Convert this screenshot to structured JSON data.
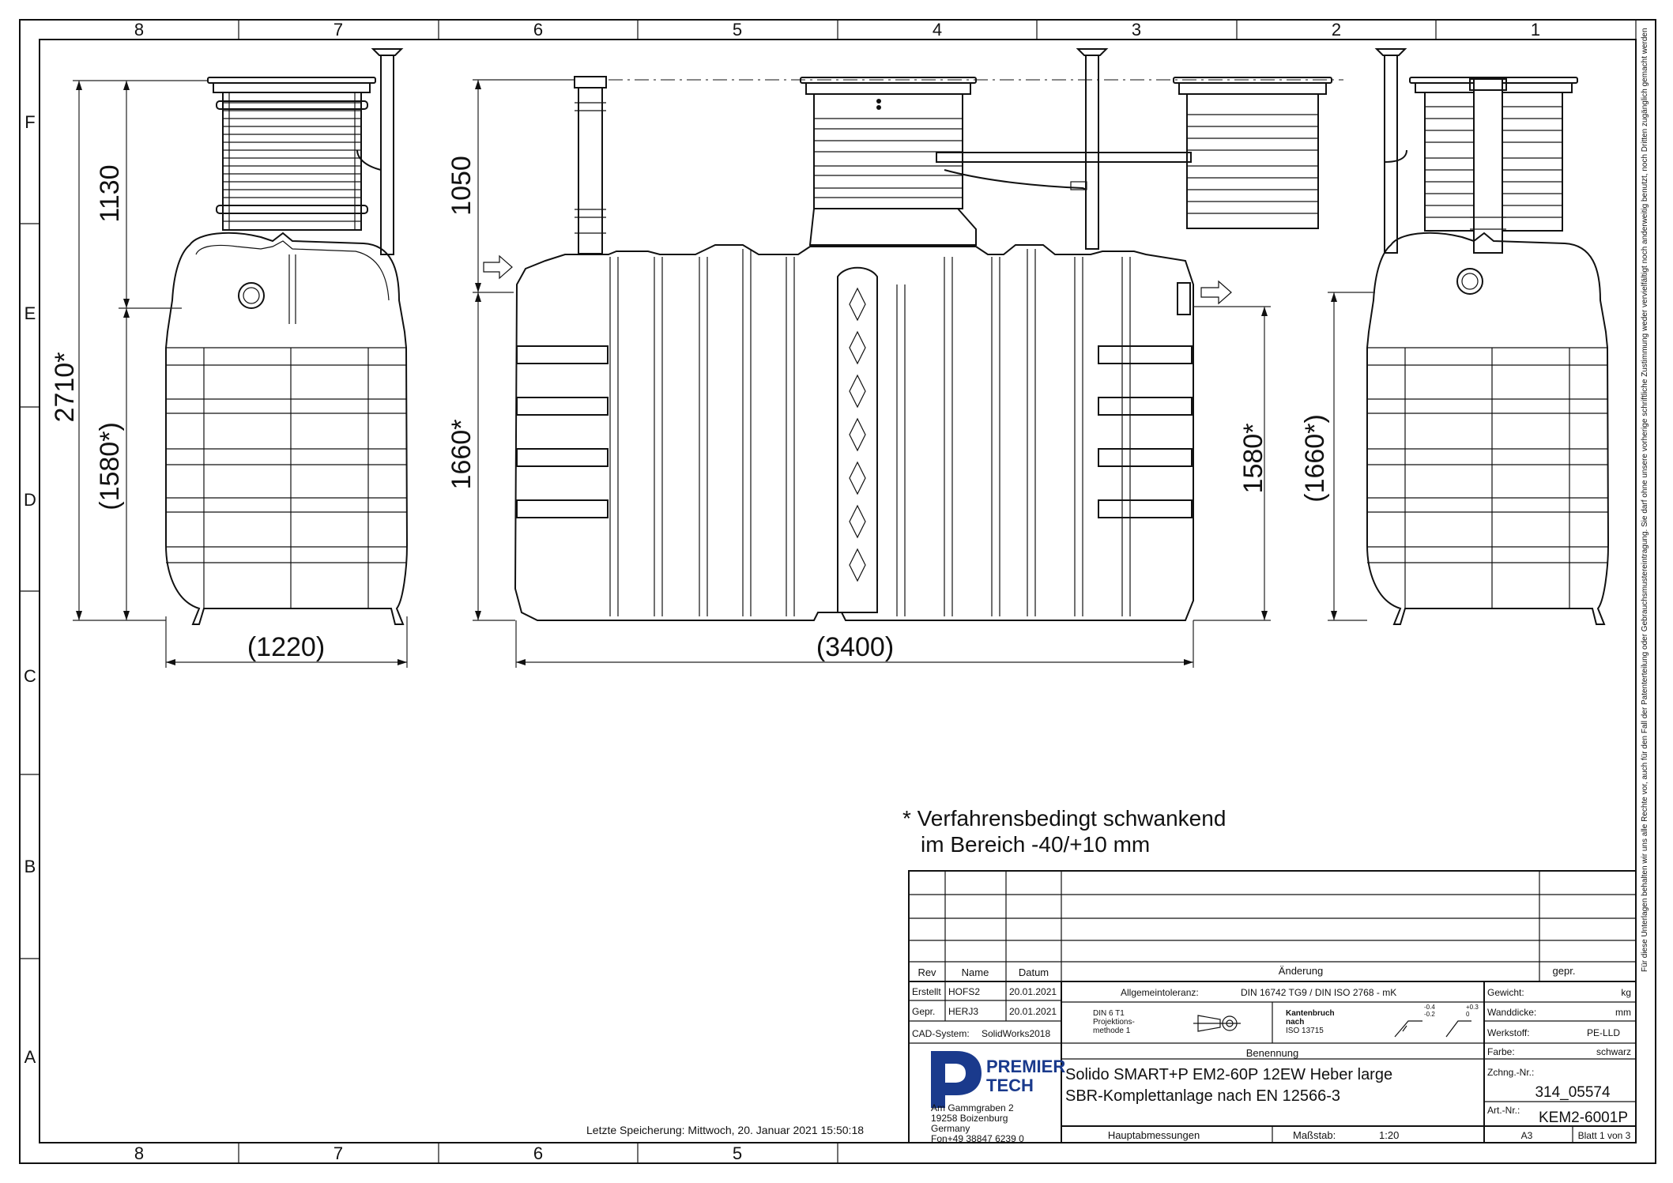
{
  "frame": {
    "columns": [
      "8",
      "7",
      "6",
      "5",
      "4",
      "3",
      "2",
      "1"
    ],
    "rows": [
      "F",
      "E",
      "D",
      "C",
      "B",
      "A"
    ]
  },
  "side_note": "Für diese Unterlagen behalten wir uns alle Rechte vor, auch für den Fall der Patenterteilung oder Gebrauchsmustereintragung. Sie darf ohne unsere vorherige schriftliche Zustimmung weder vervielfältigt noch anderweitig benutzt, noch Dritten zugänglich gemacht werden",
  "dimensions": {
    "left_height_total": "2710*",
    "left_neck": "1130",
    "left_body": "(1580*)",
    "left_width": "(1220)",
    "center_neck": "1050",
    "center_body": "1660*",
    "center_width": "(3400)",
    "center_right_body": "1580*",
    "right_body": "(1660*)"
  },
  "note": {
    "line1": "* Verfahrensbedingt schwankend",
    "line2": "im Bereich -40/+10 mm"
  },
  "last_saved": "Letzte Speicherung: Mittwoch, 20. Januar 2021 15:50:18",
  "revision_table": {
    "headers": [
      "Rev",
      "Name",
      "Datum",
      "Änderung",
      "gepr."
    ]
  },
  "title_block": {
    "erstellt_label": "Erstellt",
    "erstellt_name": "HOFS2",
    "erstellt_date": "20.01.2021",
    "gepr_label": "Gepr.",
    "gepr_name": "HERJ3",
    "gepr_date": "20.01.2021",
    "cad_label": "CAD-System:",
    "cad_value": "SolidWorks2018",
    "tolerance_label": "Allgemeintoleranz:",
    "tolerance_value": "DIN 16742 TG9 / DIN ISO 2768 - mK",
    "projection_line1": "DIN 6 T1",
    "projection_line2": "Projektions-",
    "projection_line3": "methode 1",
    "edge_line1": "Kantenbruch",
    "edge_line2": "nach",
    "edge_line3": "ISO 13715",
    "edge_tol_upper": "-0.4",
    "edge_tol_lower": "-0.2",
    "edge_tol2_upper": "+0.3",
    "edge_tol2_lower": "0",
    "benennung_label": "Benennung",
    "title_line1": "Solido SMART+P EM2-60P 12EW Heber large",
    "title_line2": "SBR-Komplettanlage nach EN 12566-3",
    "company_line1": "PREMIER",
    "company_line2": "TECH",
    "address_line1": "Am Gammgraben 2",
    "address_line2": "19258 Boizenburg",
    "address_line3": "Germany",
    "address_line4": "Fon+49 38847 6239 0",
    "gewicht_label": "Gewicht:",
    "gewicht_unit": "kg",
    "wanddicke_label": "Wanddicke:",
    "wanddicke_unit": "mm",
    "werkstoff_label": "Werkstoff:",
    "werkstoff_value": "PE-LLD",
    "farbe_label": "Farbe:",
    "farbe_value": "schwarz",
    "zchng_label": "Zchng.-Nr.:",
    "zchng_value": "314_05574",
    "art_label": "Art.-Nr.:",
    "art_value": "KEM2-6001P",
    "hauptabmessungen": "Hauptabmessungen",
    "massstab_label": "Maßstab:",
    "massstab_value": "1:20",
    "format": "A3",
    "blatt": "Blatt 1 von 3"
  }
}
